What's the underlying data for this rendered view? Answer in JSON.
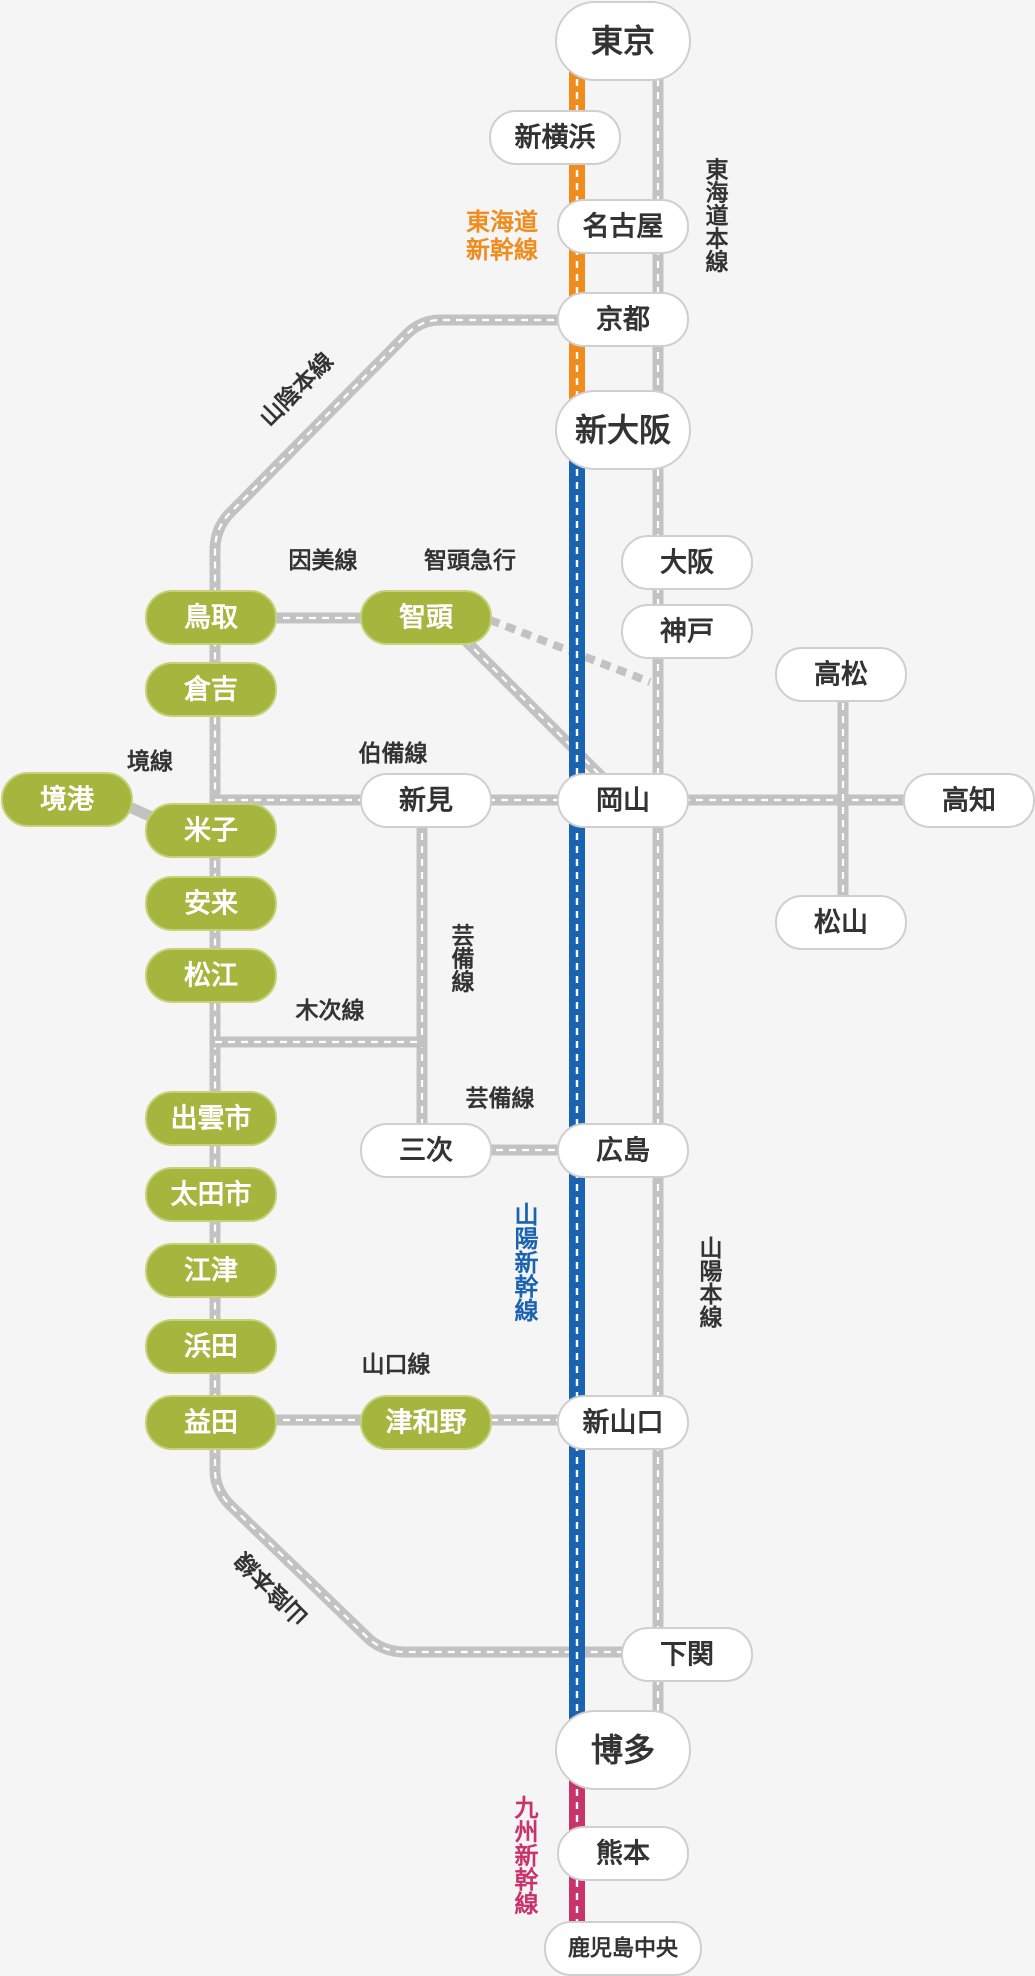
{
  "colors": {
    "background": "#f5f5f5",
    "conventional_line": "#c2c2c2",
    "tokaido_shinkansen": "#f08c1e",
    "sanyo_shinkansen": "#1a63b0",
    "kyushu_shinkansen": "#c8336a",
    "highlight_station": "#a5b63f"
  },
  "lines": {
    "tokaido_shinkansen": [
      "東海道",
      "新幹線"
    ],
    "sanyo_shinkansen": "山陽新幹線",
    "kyushu_shinkansen": "九州新幹線",
    "tokaido_main": "東海道本線",
    "sanyo_main": "山陽本線",
    "sanin_main_north": "山陰本線",
    "sanin_main_south": "山陰本線",
    "inbi": "因美線",
    "chizu_express": "智頭急行",
    "hakubi": "伯備線",
    "sakai": "境線",
    "geibi_vertical": "芸備線",
    "geibi_horizontal": "芸備線",
    "kisuki": "木次線",
    "yamaguchi": "山口線"
  },
  "stations": {
    "tokyo": "東京",
    "shin_yokohama": "新横浜",
    "nagoya": "名古屋",
    "kyoto": "京都",
    "shin_osaka": "新大阪",
    "osaka": "大阪",
    "kobe": "神戸",
    "okayama": "岡山",
    "hiroshima": "広島",
    "shin_yamaguchi": "新山口",
    "shimonoseki": "下関",
    "hakata": "博多",
    "kumamoto": "熊本",
    "kagoshima_chuo": "鹿児島中央",
    "tottori": "鳥取",
    "chizu": "智頭",
    "kurayoshi": "倉吉",
    "sakaiminato": "境港",
    "yonago": "米子",
    "niimi": "新見",
    "yasugi": "安来",
    "matsue": "松江",
    "izumoshi": "出雲市",
    "miyoshi": "三次",
    "odashi": "太田市",
    "gotsu": "江津",
    "hamada": "浜田",
    "masuda": "益田",
    "tsuwano": "津和野",
    "takamatsu": "高松",
    "kochi": "高知",
    "matsuyama": "松山"
  }
}
